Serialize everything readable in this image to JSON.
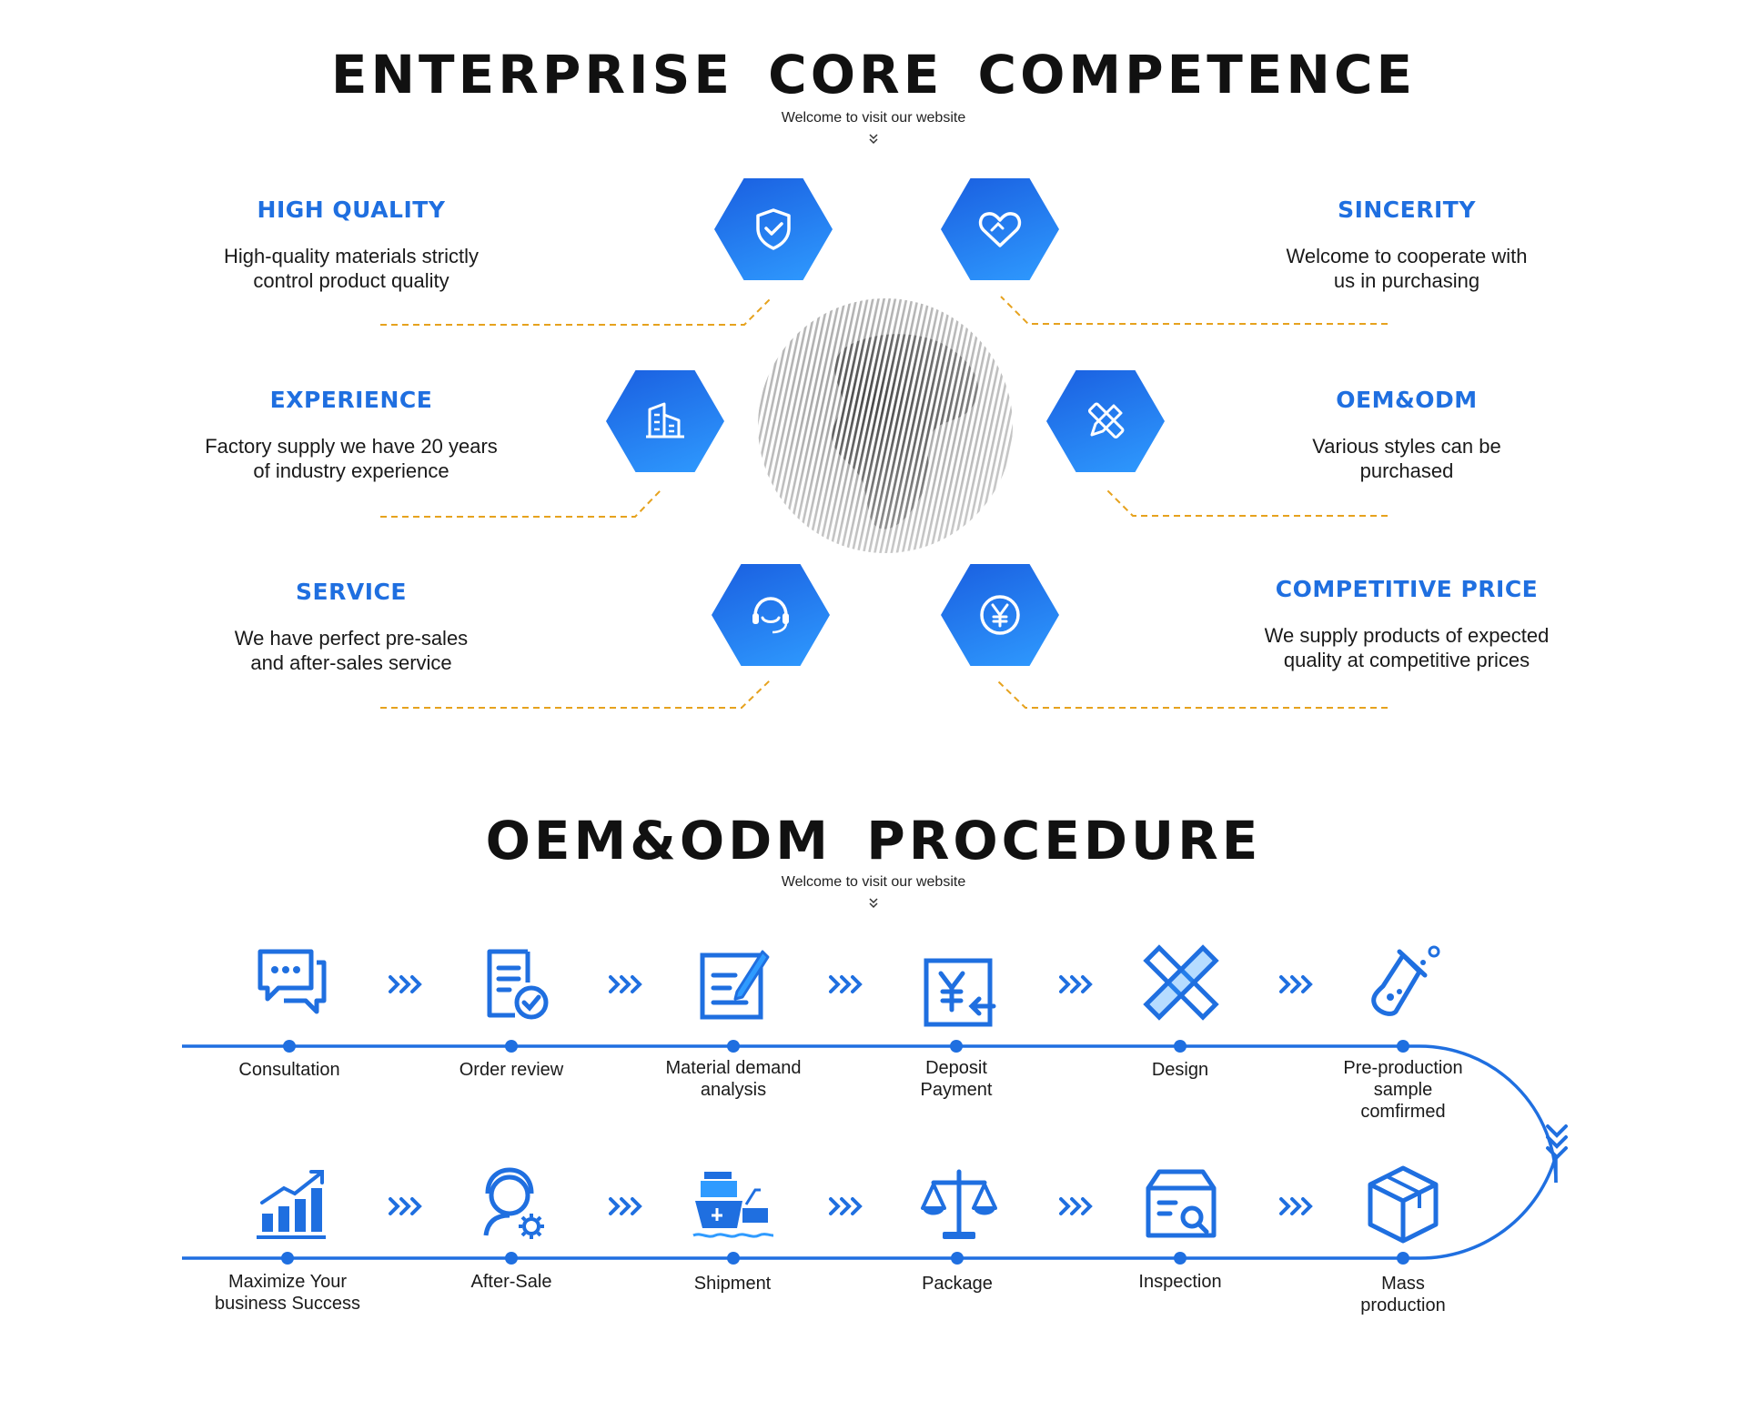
{
  "section1": {
    "title": "ENTERPRISE CORE COMPETENCE",
    "subtitle": "Welcome to visit our website"
  },
  "features": [
    {
      "title": "HIGH QUALITY",
      "desc": [
        "High-quality materials strictly",
        "control product quality"
      ],
      "icon": "shield-check-icon"
    },
    {
      "title": "SINCERITY",
      "desc": [
        "Welcome to cooperate with",
        "us in purchasing"
      ],
      "icon": "heart-icon"
    },
    {
      "title": "EXPERIENCE",
      "desc": [
        "Factory supply we have 20 years",
        "of industry experience"
      ],
      "icon": "factory-icon"
    },
    {
      "title": "OEM&ODM",
      "desc": [
        "Various styles can be",
        "purchased"
      ],
      "icon": "pencil-ruler-icon"
    },
    {
      "title": "SERVICE",
      "desc": [
        "We have perfect pre-sales",
        "and after-sales service"
      ],
      "icon": "headset-icon"
    },
    {
      "title": "COMPETITIVE PRICE",
      "desc": [
        "We supply products of expected",
        "quality at competitive prices"
      ],
      "icon": "yen-coin-icon"
    }
  ],
  "section2": {
    "title": "OEM&ODM PROCEDURE",
    "subtitle": "Welcome to visit our website"
  },
  "steps_row1": [
    {
      "label": [
        "Consultation"
      ],
      "icon": "chat-bubbles-icon"
    },
    {
      "label": [
        "Order review"
      ],
      "icon": "document-check-icon"
    },
    {
      "label": [
        "Material demand",
        "analysis"
      ],
      "icon": "edit-document-icon"
    },
    {
      "label": [
        "Deposit",
        "Payment"
      ],
      "icon": "yen-payment-icon"
    },
    {
      "label": [
        "Design"
      ],
      "icon": "ruler-pencil-icon"
    },
    {
      "label": [
        "Pre-production",
        "sample",
        "comfirmed"
      ],
      "icon": "flask-icon"
    }
  ],
  "steps_row2": [
    {
      "label": [
        "Maximize Your",
        "business Success"
      ],
      "icon": "growth-chart-icon"
    },
    {
      "label": [
        "After-Sale"
      ],
      "icon": "support-agent-icon"
    },
    {
      "label": [
        "Shipment"
      ],
      "icon": "ship-icon"
    },
    {
      "label": [
        "Package"
      ],
      "icon": "scale-icon"
    },
    {
      "label": [
        "Inspection"
      ],
      "icon": "box-search-icon"
    },
    {
      "label": [
        "Mass",
        "production"
      ],
      "icon": "cube-box-icon"
    }
  ],
  "colors": {
    "accent": "#1f6fe0",
    "accent_light": "#2f9bff",
    "dashed_line": "#e6a21e"
  }
}
